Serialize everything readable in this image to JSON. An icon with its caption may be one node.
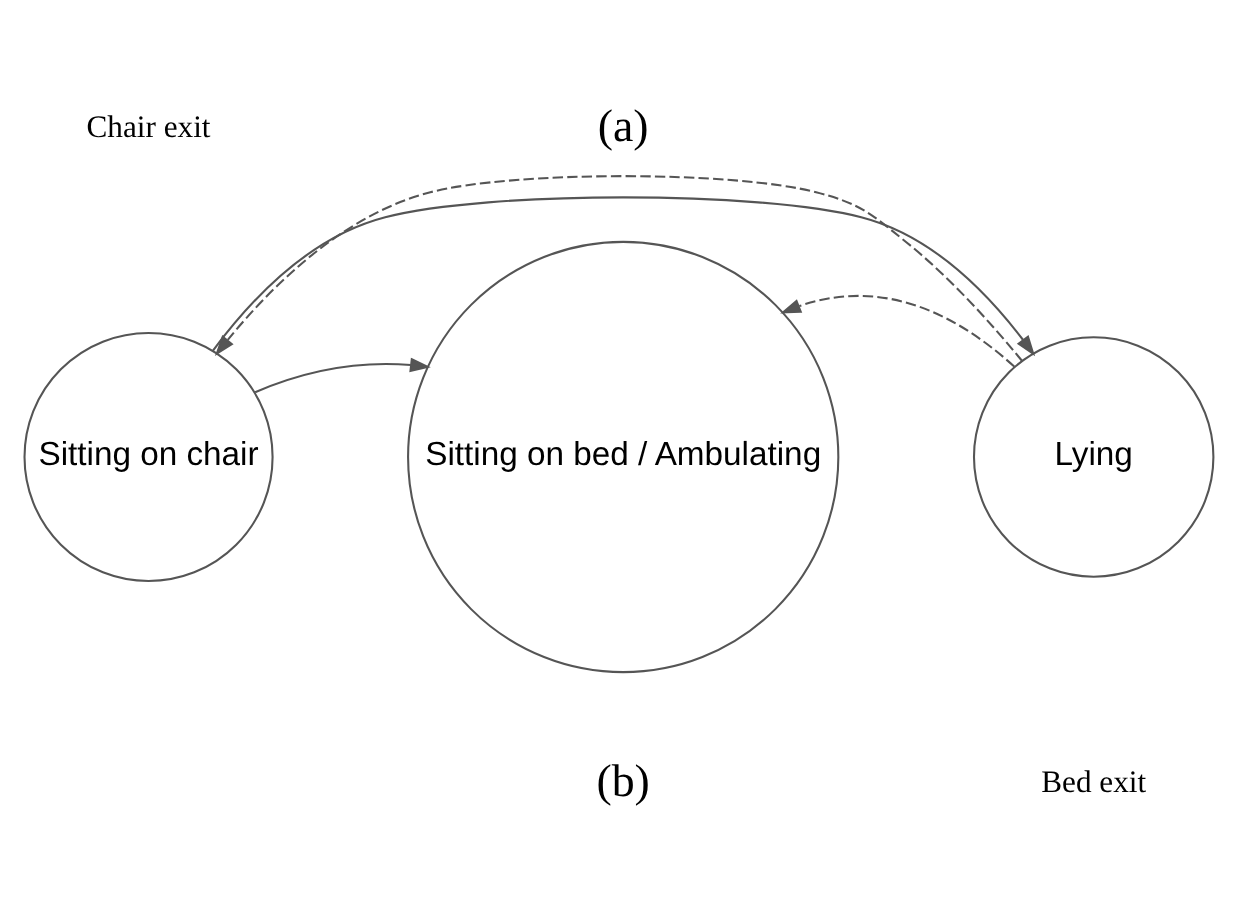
{
  "diagram": {
    "nodes": [
      {
        "text": [
          "Sitting on chair"
        ]
      },
      {
        "text": [
          "Sitting on bed / Ambulating"
        ]
      },
      {
        "text": [
          "Lying"
        ]
      }
    ],
    "edges": [
      {
        "from": 0,
        "to": 1,
        "arrow": "to"
      },
      {
        "from": 0,
        "to": 2,
        "arrow": "to"
      },
      {
        "from": 2,
        "to": 1,
        "arrow": "to",
        "style": "dashed"
      },
      {
        "from": 2,
        "to": 0,
        "arrow": "to",
        "style": "dashed"
      }
    ],
    "labels": [
      "(a)",
      "Chair exit",
      "Bed exit",
      "(b)"
    ]
  }
}
